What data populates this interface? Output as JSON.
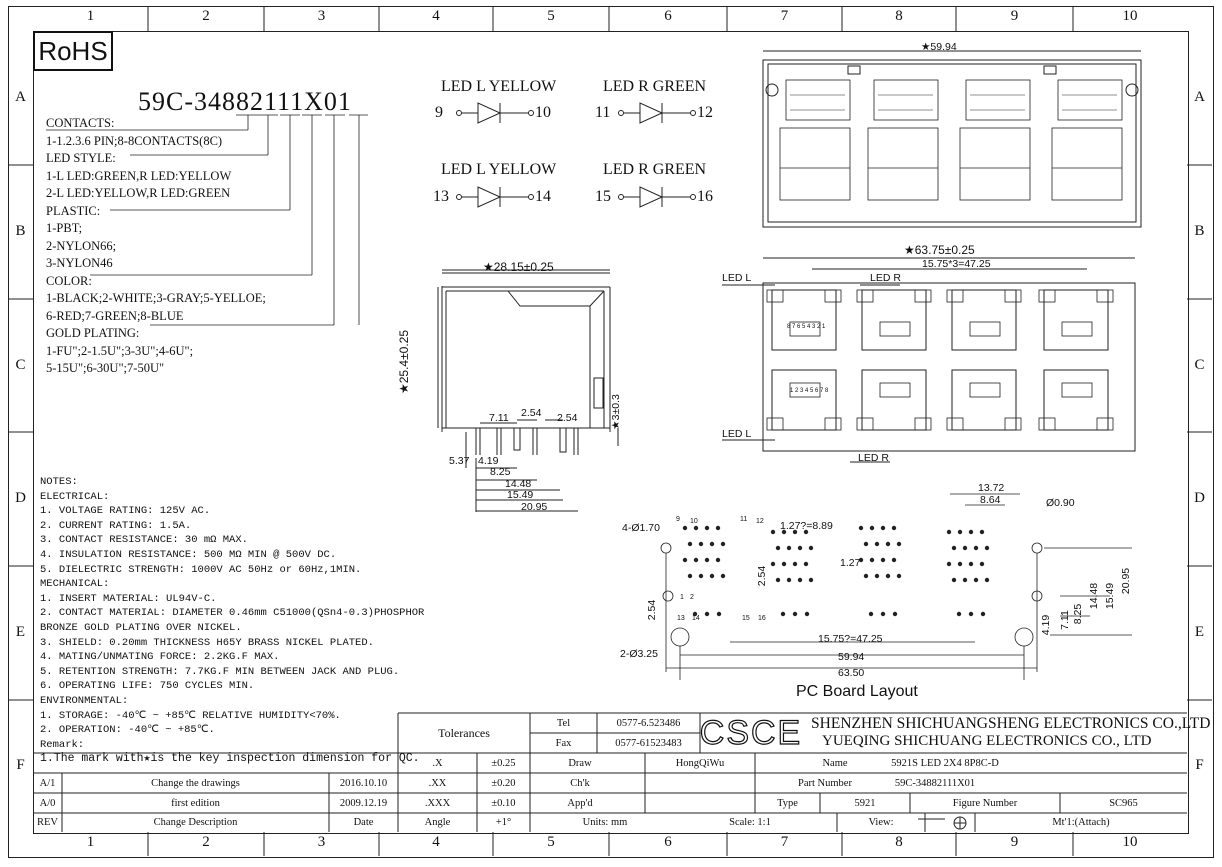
{
  "grid": {
    "cols": [
      "1",
      "2",
      "3",
      "4",
      "5",
      "6",
      "7",
      "8",
      "9",
      "10"
    ],
    "rows": [
      "A",
      "B",
      "C",
      "D",
      "E",
      "F"
    ]
  },
  "rohs": "RoHS",
  "part_code": "59C-34882111X01",
  "spec_lines": [
    "CONTACTS:",
    "1-1.2.3.6 PIN;8-8CONTACTS(8C)",
    "LED STYLE:",
    "1-L LED:GREEN,R LED:YELLOW",
    "2-L LED:YELLOW,R LED:GREEN",
    "PLASTIC:",
    "1-PBT;",
    "2-NYLON66;",
    "3-NYLON46",
    "COLOR:",
    "1-BLACK;2-WHITE;3-GRAY;5-YELLOE;",
    "6-RED;7-GREEN;8-BLUE",
    "GOLD PLATING:",
    "1-FU\";2-1.5U\";3-3U\";4-6U\";",
    "5-15U\";6-30U\";7-50U\""
  ],
  "notes": [
    "NOTES:",
    "ELECTRICAL:",
    "1. VOLTAGE RATING: 125V AC.",
    "2. CURRENT RATING: 1.5A.",
    "3. CONTACT RESISTANCE: 30 mΩ MAX.",
    "4. INSULATION RESISTANCE: 500 MΩ MIN @ 500V DC.",
    "5. DIELECTRIC STRENGTH: 1000V AC 50Hz or 60Hz,1MIN.",
    "MECHANICAL:",
    "1. INSERT MATERIAL: UL94V-C.",
    "2. CONTACT MATERIAL: DIAMETER 0.46mm C51000(QSn4-0.3)PHOSPHOR",
    "                    BRONZE GOLD PLATING OVER NICKEL.",
    "3. SHIELD: 0.20mm THICKNESS H65Y BRASS NICKEL PLATED.",
    "4. MATING/UNMATING FORCE: 2.2KG.F MAX.",
    "5. RETENTION STRENGTH: 7.7KG.F MIN BETWEEN JACK AND PLUG.",
    "6. OPERATING LIFE: 750 CYCLES MIN.",
    "ENVIRONMENTAL:",
    "1. STORAGE: -40℃ ~ +85℃ RELATIVE HUMIDITY<70%.",
    "2. OPERATION: -40℃ ~ +85℃.",
    "Remark:",
    "1.The mark with★is the key inspection dimension for QC."
  ],
  "leds": [
    {
      "title": "LED L YELLOW",
      "a": "9",
      "b": "10"
    },
    {
      "title": "LED R GREEN",
      "a": "11",
      "b": "12"
    },
    {
      "title": "LED L YELLOW",
      "a": "13",
      "b": "14"
    },
    {
      "title": "LED R GREEN",
      "a": "15",
      "b": "16"
    }
  ],
  "side_view": {
    "width": "★28.15±0.25",
    "height": "★25.4±0.25",
    "pin": "★3±0.3",
    "d1": "7.11",
    "d2": "2.54",
    "d3": "2.54",
    "d4": "5.37",
    "d5": "4.19",
    "d6": "8.25",
    "d7": "14.48",
    "d8": "15.49",
    "d9": "20.95"
  },
  "top_view": {
    "width": "★59.94"
  },
  "front_view": {
    "width": "★63.75±0.25",
    "pitch": "15.75*3=47.25",
    "led_l": "LED L",
    "led_r": "LED R",
    "pins_top": "8 7 6 5 4 3 2 1",
    "pins_bot": "1 2 3 4 5 6 7 8"
  },
  "pcb": {
    "title": "PC Board Layout",
    "holes4": "4-Ø1.70",
    "holes2": "2-Ø3.25",
    "hole090": "Ø0.90",
    "d1372": "13.72",
    "d864": "8.64",
    "d127_889": "1.27?=8.89",
    "d127": "1.27",
    "d254a": "2.54",
    "d254b": "2.54",
    "pitch": "15.75?=47.25",
    "d5994": "59.94",
    "d6350": "63.50",
    "d419": "4.19",
    "d711": "7.11",
    "d825": "8.25",
    "d1448": "14.48",
    "d1549": "15.49",
    "d2095": "20.95",
    "pin_labels": [
      "9",
      "10",
      "11",
      "12",
      "1",
      "2",
      "13",
      "14",
      "15",
      "16"
    ]
  },
  "title_block": {
    "tolerances": "Tolerances",
    "tel_label": "Tel",
    "tel": "0577-6.523486",
    "fax_label": "Fax",
    "fax": "0577-61523483",
    "logo": "CSCE",
    "company1": "SHENZHEN SHICHUANGSHENG ELECTRONICS CO.,LTD",
    "company2": "YUEQING SHICHUANG ELECTRONICS CO., LTD",
    "tol_rows": [
      {
        "k": ".X",
        "v": "±0.25"
      },
      {
        "k": ".XX",
        "v": "±0.20"
      },
      {
        "k": ".XXX",
        "v": "±0.10"
      },
      {
        "k": "Angle",
        "v": "+1°"
      }
    ],
    "draw_label": "Draw",
    "draw": "HongQiWu",
    "chk_label": "Ch'k",
    "appd_label": "App'd",
    "name_label": "Name",
    "name": "5921S LED 2X4 8P8C-D",
    "pn_label": "Part Number",
    "pn": "59C-34882111X01",
    "type_label": "Type",
    "type": "5921",
    "fig_label": "Figure Number",
    "fig": "SC965",
    "units": "Units: mm",
    "scale": "Scale: 1:1",
    "view": "View:",
    "mt": "Mt'1:(Attach)",
    "revs": [
      {
        "rev": "A/1",
        "desc": "Change the drawings",
        "date": "2016.10.10"
      },
      {
        "rev": "A/0",
        "desc": "first edition",
        "date": "2009.12.19"
      }
    ],
    "rev_hdr": "REV",
    "desc_hdr": "Change Description",
    "date_hdr": "Date"
  }
}
